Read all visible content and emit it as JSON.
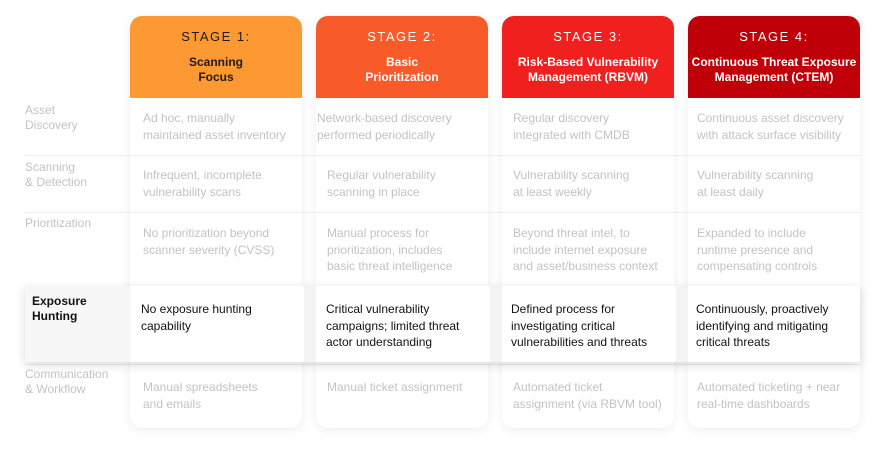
{
  "stages": [
    {
      "number": "STAGE 1:",
      "title": "Scanning\nFocus",
      "color": "#fc9933"
    },
    {
      "number": "STAGE 2:",
      "title": "Basic\nPrioritization",
      "color": "#f85a2a"
    },
    {
      "number": "STAGE 3:",
      "title": "Risk-Based Vulnerability\nManagement (RBVM)",
      "color": "#f0201e"
    },
    {
      "number": "STAGE 4:",
      "title": "Continuous Threat Exposure\nManagement (CTEM)",
      "color": "#c00008"
    }
  ],
  "rows": [
    {
      "label": "Asset\nDiscovery",
      "cells": [
        "Ad hoc, manually\nmaintained asset inventory",
        "Network-based discovery\nperformed periodically",
        "Regular discovery\nintegrated with CMDB",
        "Continuous asset discovery\nwith attack surface visibility"
      ]
    },
    {
      "label": "Scanning\n& Detection",
      "cells": [
        "Infrequent, incomplete\nvulnerability scans",
        "Regular vulnerability\nscanning in place",
        "Vulnerability scanning\nat least weekly",
        "Vulnerability scanning\nat least daily"
      ]
    },
    {
      "label": "Prioritization",
      "cells": [
        "No prioritization beyond\nscanner severity (CVSS)",
        "Manual process for\nprioritization, includes\nbasic threat intelligence",
        "Beyond threat intel, to\ninclude internet exposure\nand asset/business context",
        "Expanded to include\nruntime presence and\ncompensating controls"
      ]
    },
    {
      "label": "Exposure\nHunting",
      "cells": [
        "No exposure hunting\ncapability",
        "Critical vulnerability\ncampaigns; limited threat\nactor understanding",
        "Defined process for\ninvestigating critical\nvulnerabilities and threats",
        "Continuously, proactively\nidentifying and mitigating\ncritical threats"
      ]
    },
    {
      "label": "Communication\n& Workflow",
      "cells": [
        "Manual spreadsheets\nand emails",
        "Manual ticket assignment",
        "Automated ticket\nassignment (via RBVM tool)",
        "Automated ticketing + near\nreal-time dashboards"
      ]
    }
  ],
  "highlighted_row": "Exposure Hunting"
}
